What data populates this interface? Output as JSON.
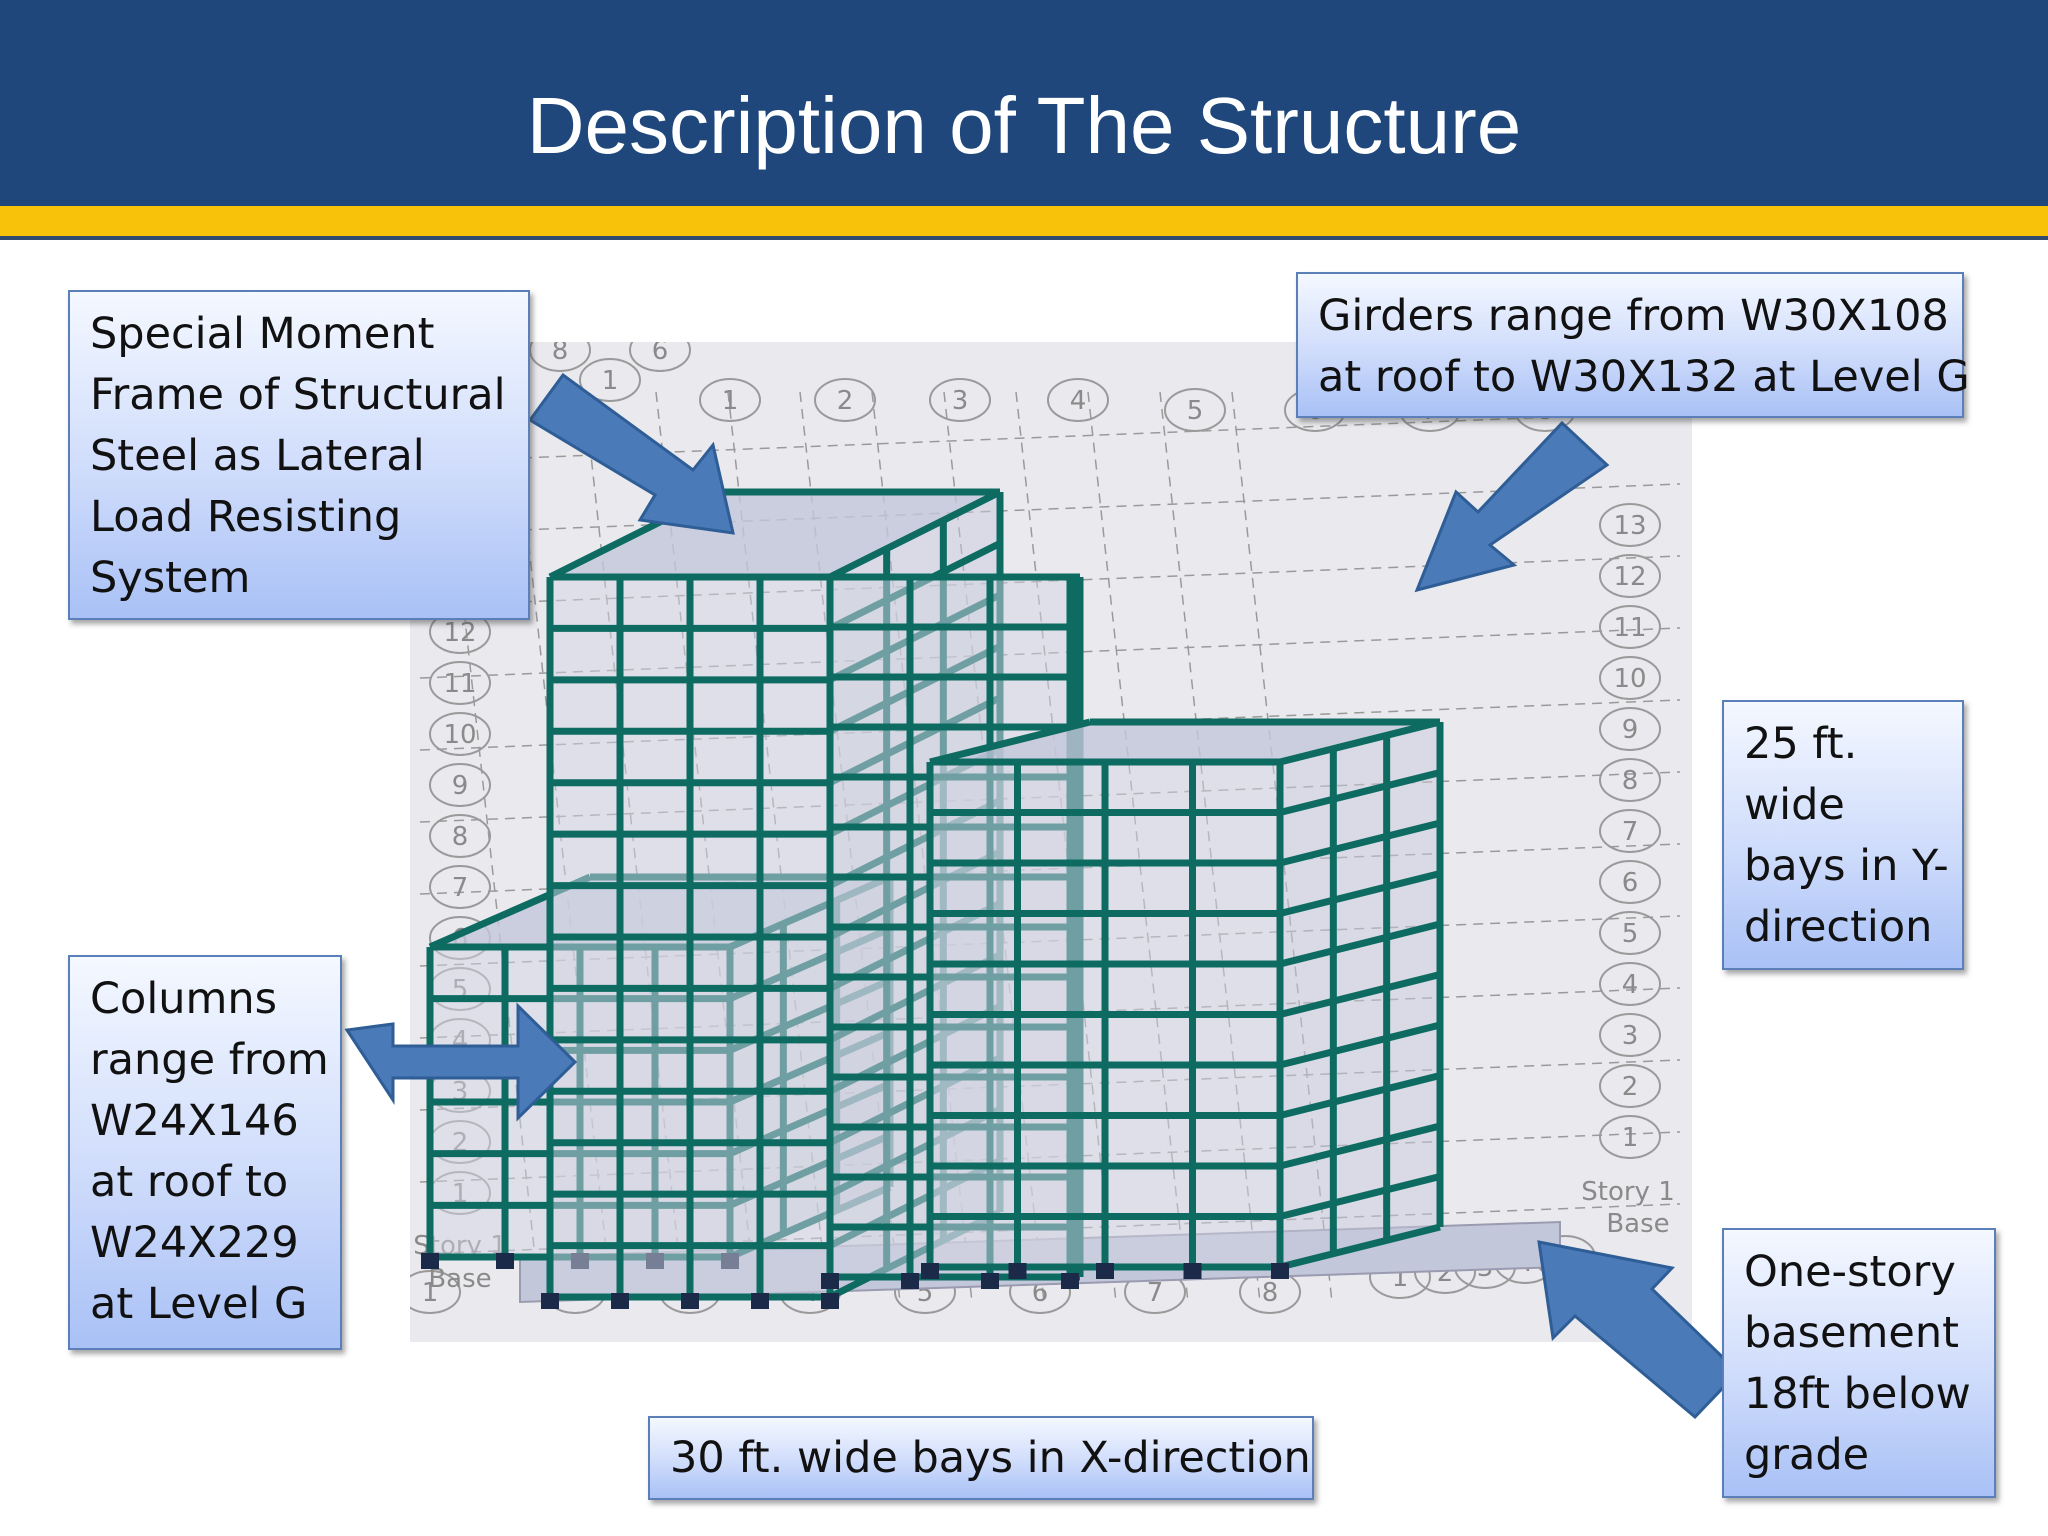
{
  "slide": {
    "title": "Description of The Structure"
  },
  "callouts": {
    "moment_frame": [
      "Special Moment",
      "Frame of Structural",
      "Steel as Lateral",
      "Load Resisting",
      "System"
    ],
    "girders": [
      "Girders range from W30X108",
      "at roof to W30X132 at Level G"
    ],
    "bays_y": [
      "25 ft.",
      "wide",
      "bays in Y-",
      "direction"
    ],
    "columns": [
      "Columns",
      "range from",
      "W24X146",
      "at roof to",
      "W24X229",
      "at Level G"
    ],
    "basement": [
      "One-story",
      "basement",
      "18ft below",
      "grade"
    ],
    "bays_x": "30 ft. wide bays in X-direction"
  },
  "model": {
    "top_gridlines": [
      "8",
      "1",
      "6",
      "1",
      "2",
      "3",
      "4",
      "5",
      "6",
      "7",
      "8"
    ],
    "left_storeys": [
      "12",
      "11",
      "10",
      "9",
      "8",
      "7",
      "6",
      "5",
      "4",
      "3",
      "2",
      "1"
    ],
    "right_storeys": [
      "13",
      "12",
      "11",
      "10",
      "9",
      "8",
      "7",
      "6",
      "5",
      "4",
      "3",
      "2",
      "1"
    ],
    "bottom_gridlines": [
      "1",
      "2",
      "3",
      "4",
      "5",
      "6",
      "7",
      "8",
      "1",
      "2",
      "3",
      "4",
      "5"
    ],
    "level_labels": [
      "Story 1",
      "Base",
      "Story 1",
      "Base"
    ],
    "colors": {
      "frame": "#0d6b62",
      "slab": "#c3c7da",
      "grid": "#9a9a9a",
      "arrow": "#4a7ab8"
    }
  }
}
